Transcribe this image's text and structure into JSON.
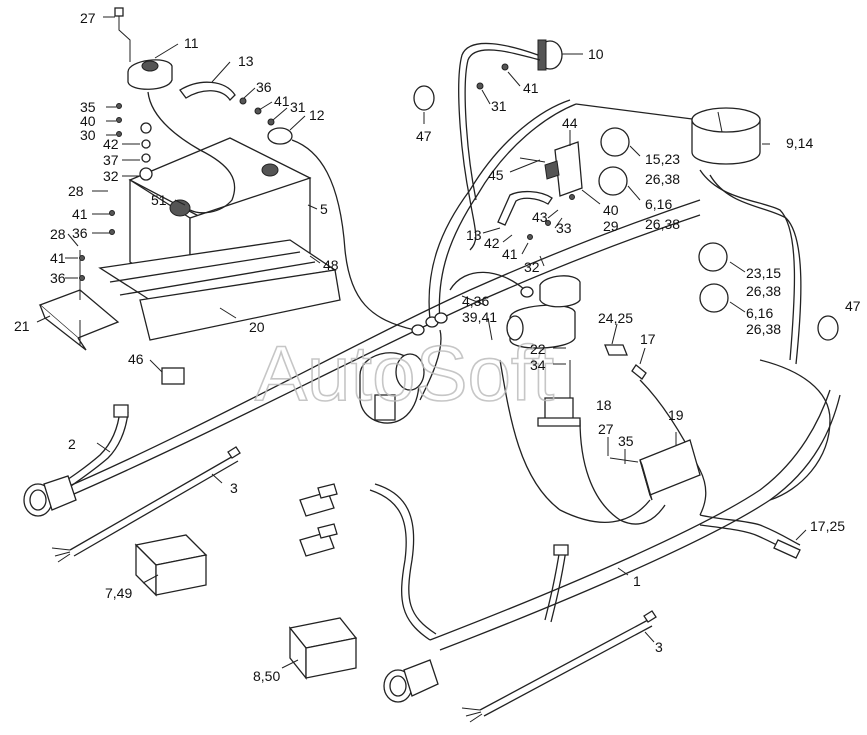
{
  "watermark": "AutoSoft",
  "callouts": {
    "c27a": "27",
    "c11": "11",
    "c13": "13",
    "c10": "10",
    "c41a": "41",
    "c31a": "31",
    "c47a": "47",
    "c36a": "36",
    "c41b": "41",
    "c31b": "31",
    "c12": "12",
    "c35a": "35",
    "c40a": "40",
    "c30": "30",
    "c42a": "42",
    "c37": "37",
    "c32a": "32",
    "c44": "44",
    "c15_23": "15,23",
    "c26_38a": "26,38",
    "c9_14": "9,14",
    "c45": "45",
    "c40b": "40",
    "c29": "29",
    "c6_16a": "6,16",
    "c26_38b": "26,38",
    "c28a": "28",
    "c51": "51",
    "c5": "5",
    "c41c": "41",
    "c36b": "36",
    "c28b": "28",
    "c43": "43",
    "c13b": "13",
    "c42b": "42",
    "c33": "33",
    "c41d": "41",
    "c32b": "32",
    "c48": "48",
    "c41e": "41",
    "c36c": "36",
    "c23_15": "23,15",
    "c26_38c": "26,38",
    "c4_36": "4,36",
    "c39_41": "39,41",
    "c24_25": "24,25",
    "c6_16b": "6,16",
    "c26_38d": "26,38",
    "c47b": "47",
    "c21": "21",
    "c20": "20",
    "c46": "46",
    "c22": "22",
    "c34": "34",
    "c17": "17",
    "c18": "18",
    "c2": "2",
    "c27b": "27",
    "c35b": "35",
    "c19": "19",
    "c3a": "3",
    "c17_25": "17,25",
    "c7_49": "7,49",
    "c1": "1",
    "c3b": "3",
    "c8_50": "8,50"
  }
}
